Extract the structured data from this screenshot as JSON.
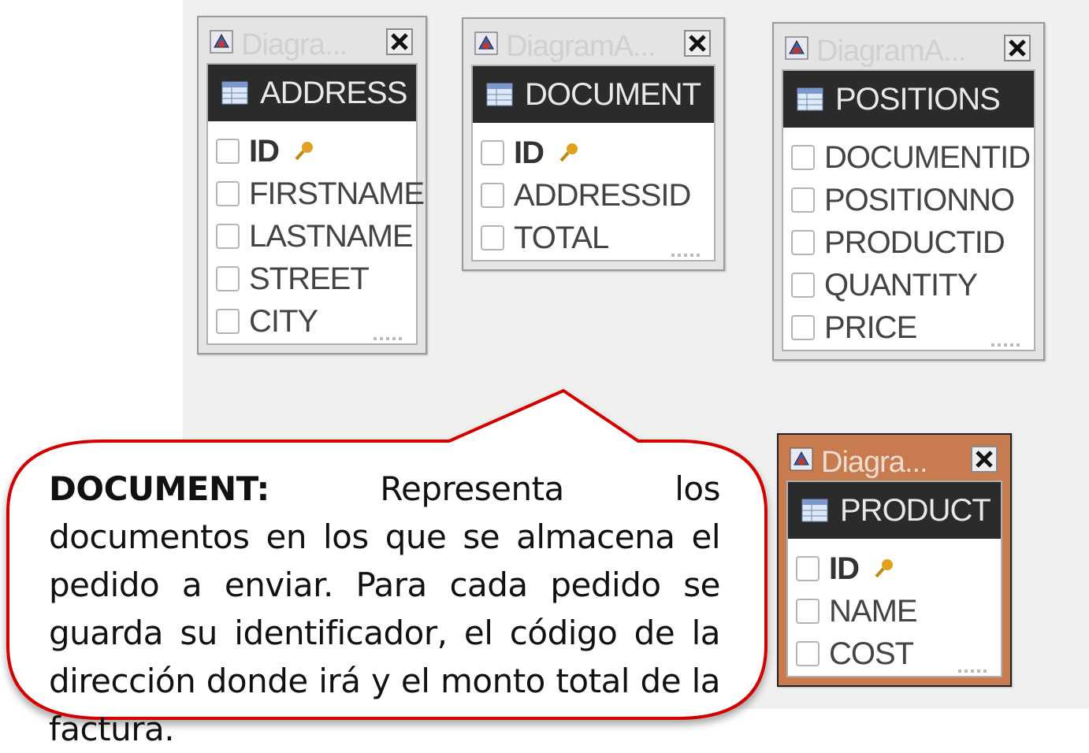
{
  "windows": [
    {
      "title": "Diagra...",
      "table": "ADDRESS",
      "columns": [
        {
          "name": "ID",
          "pk": true
        },
        {
          "name": "FIRSTNAME",
          "pk": false
        },
        {
          "name": "LASTNAME",
          "pk": false
        },
        {
          "name": "STREET",
          "pk": false
        },
        {
          "name": "CITY",
          "pk": false
        }
      ]
    },
    {
      "title": "DiagramA...",
      "table": "DOCUMENT",
      "columns": [
        {
          "name": "ID",
          "pk": true
        },
        {
          "name": "ADDRESSID",
          "pk": false
        },
        {
          "name": "TOTAL",
          "pk": false
        }
      ]
    },
    {
      "title": "DiagramA...",
      "table": "POSITIONS",
      "columns": [
        {
          "name": "DOCUMENTID",
          "pk": false
        },
        {
          "name": "POSITIONNO",
          "pk": false
        },
        {
          "name": "PRODUCTID",
          "pk": false
        },
        {
          "name": "QUANTITY",
          "pk": false
        },
        {
          "name": "PRICE",
          "pk": false
        }
      ]
    },
    {
      "title": "Diagra...",
      "table": "PRODUCT",
      "columns": [
        {
          "name": "ID",
          "pk": true
        },
        {
          "name": "NAME",
          "pk": false
        },
        {
          "name": "COST",
          "pk": false
        }
      ]
    }
  ],
  "callout": {
    "heading": "DOCUMENT:",
    "body": "Representa los documentos en los que se almacena el pedido a enviar. Para cada pedido se guarda su identificador,  el código de la dirección donde irá y el monto total de la factura."
  },
  "colors": {
    "callout_border": "#d40000",
    "header_bg": "#2b2b2b",
    "key": "#e0a020",
    "active_window": "#c77b4e"
  }
}
